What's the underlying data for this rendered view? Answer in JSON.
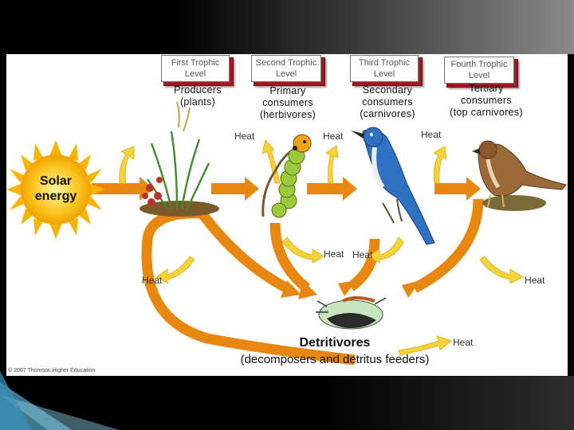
{
  "levels": [
    {
      "label": "First Trophic Level",
      "consumer": "Producers\n(plants)"
    },
    {
      "label": "Second Trophic Level",
      "consumer": "Primary\nconsumers\n(herbivores)"
    },
    {
      "label": "Third Trophic Level",
      "consumer": "Secondary\nconsumers\n(carnivores)"
    },
    {
      "label": "Fourth Trophic Level",
      "consumer": "Tertiary\nconsumers\n(top carnivores)"
    }
  ],
  "heat_label": "Heat",
  "solar_label": "Solar\nenergy",
  "detritivores": {
    "title": "Detritivores",
    "subtitle": "(decomposers and detritus feeders)"
  },
  "credit": "© 2007 Thomson Higher Education",
  "slide_number": "",
  "colors": {
    "arrow": "#e8870f",
    "level_box": "#a01820",
    "heat_arrow": "#f5d23c",
    "sun": "#f7b500"
  }
}
